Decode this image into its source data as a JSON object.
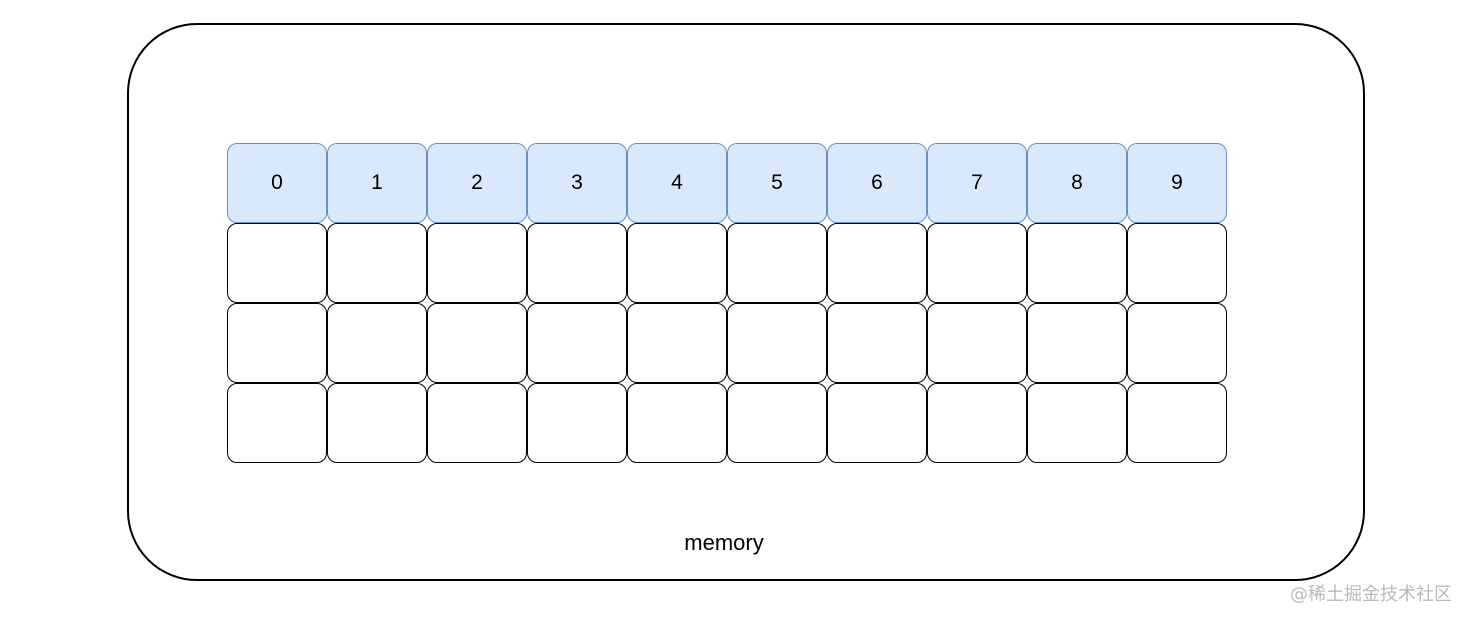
{
  "diagram": {
    "header_cells": [
      "0",
      "1",
      "2",
      "3",
      "4",
      "5",
      "6",
      "7",
      "8",
      "9"
    ],
    "empty_rows": 3,
    "columns": 10,
    "container_label": "memory",
    "colors": {
      "header_fill": "#dae8fc",
      "header_stroke": "#6c8ebf",
      "cell_stroke": "#000000",
      "container_stroke": "#000000"
    }
  },
  "watermark": "@稀土掘金技术社区"
}
